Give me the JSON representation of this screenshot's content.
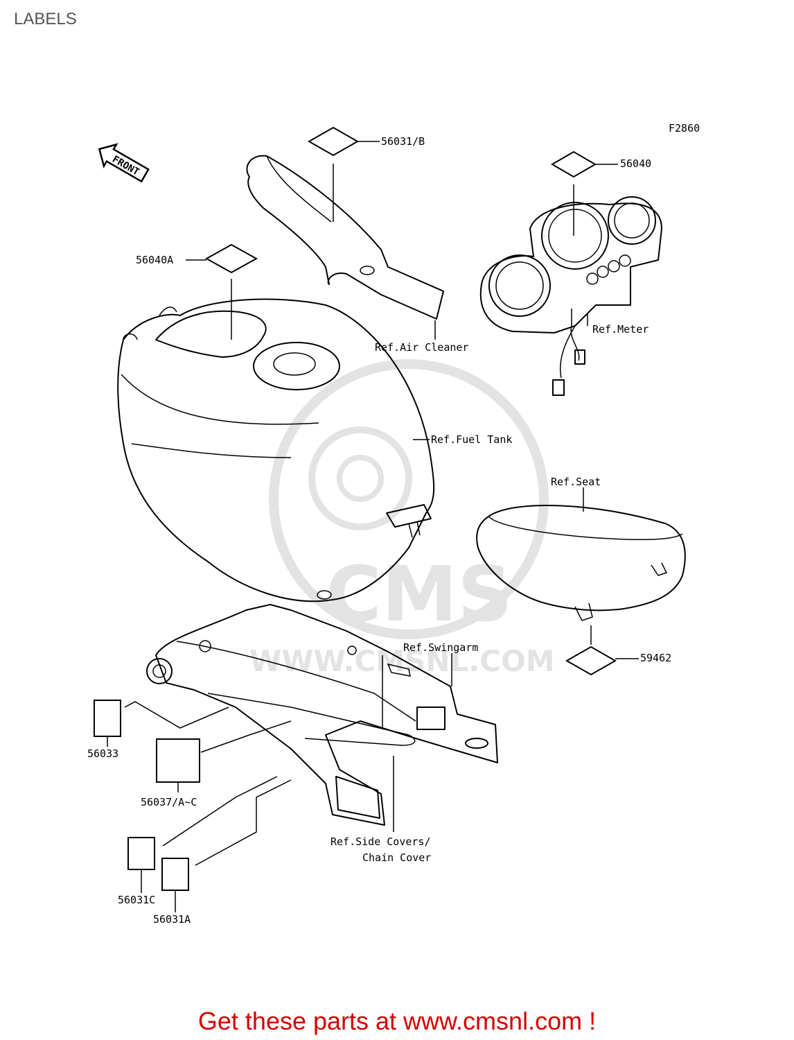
{
  "page_title": "LABELS",
  "figure_code": "F2860",
  "front_arrow_text": "FRONT",
  "watermark": {
    "text": "CMS",
    "url": "WWW.CMSNL.COM"
  },
  "part_numbers": {
    "p56031b": "56031/B",
    "p56040": "56040",
    "p56040a": "56040A",
    "p59462": "59462",
    "p56033": "56033",
    "p56037": "56037/A~C",
    "p56031c": "56031C",
    "p56031a": "56031A"
  },
  "references": {
    "air_cleaner": "Ref.Air Cleaner",
    "meter": "Ref.Meter",
    "fuel_tank": "Ref.Fuel Tank",
    "seat": "Ref.Seat",
    "swingarm": "Ref.Swingarm",
    "side_covers_line1": "Ref.Side Covers/",
    "side_covers_line2": "Chain Cover"
  },
  "footer_text": "Get these parts at www.cmsnl.com !"
}
